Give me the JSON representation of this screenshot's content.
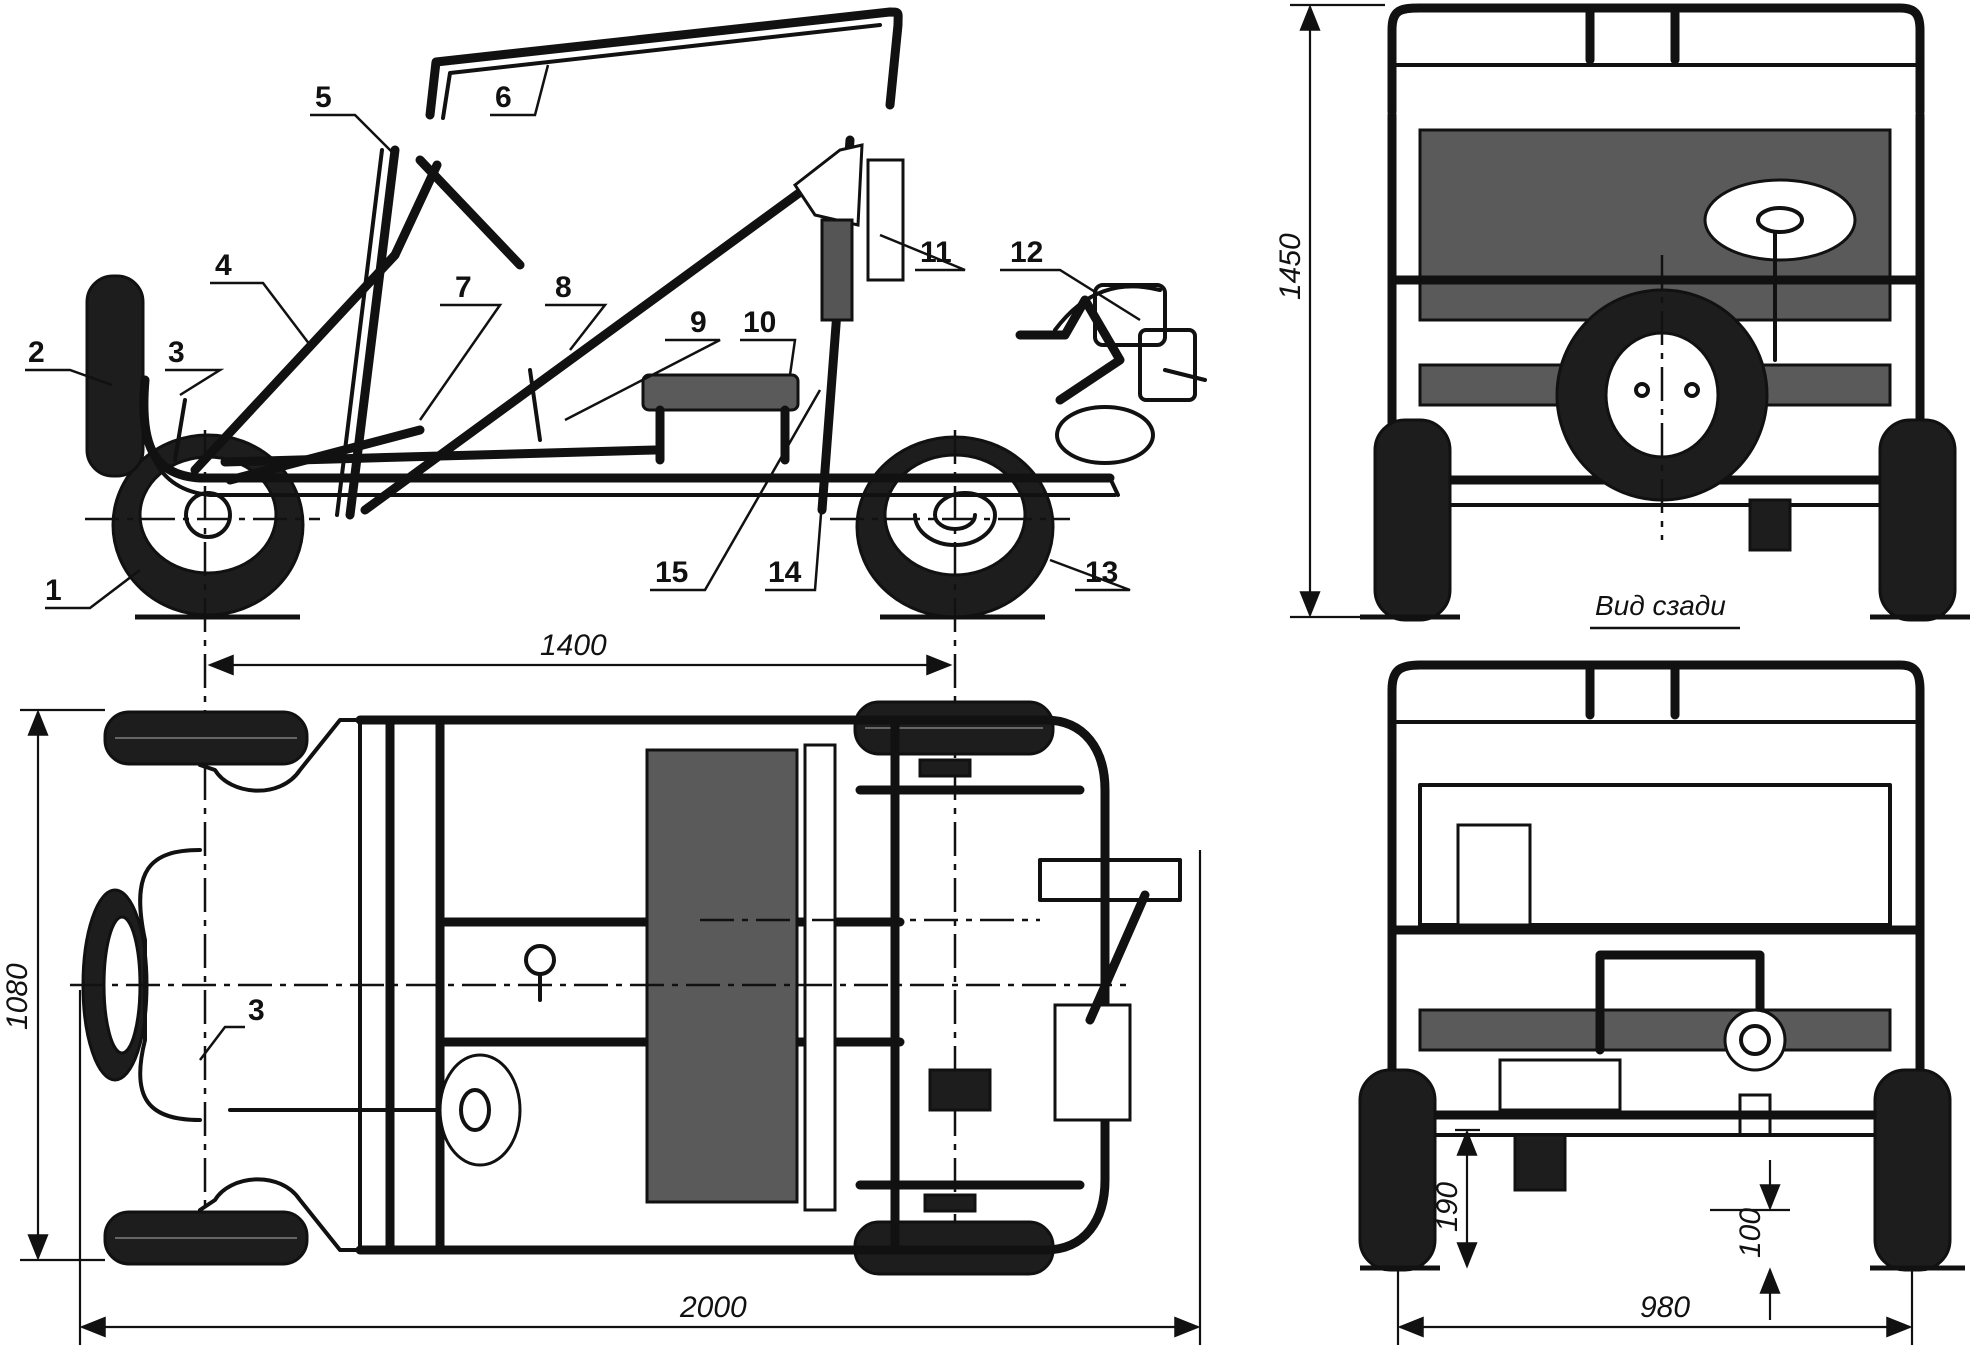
{
  "callouts": {
    "c1": "1",
    "c2": "2",
    "c3": "3",
    "c3b": "3",
    "c4": "4",
    "c5": "5",
    "c6": "6",
    "c7": "7",
    "c8": "8",
    "c9": "9",
    "c10": "10",
    "c11": "11",
    "c12": "12",
    "c13": "13",
    "c14": "14",
    "c15": "15"
  },
  "dimensions": {
    "wheelbase": "1400",
    "overall_length": "2000",
    "overall_width": "1080",
    "overall_height": "1450",
    "ground_clearance": "190",
    "axle_clearance": "100",
    "track": "980"
  },
  "captions": {
    "rear_view": "Вид сзади"
  }
}
